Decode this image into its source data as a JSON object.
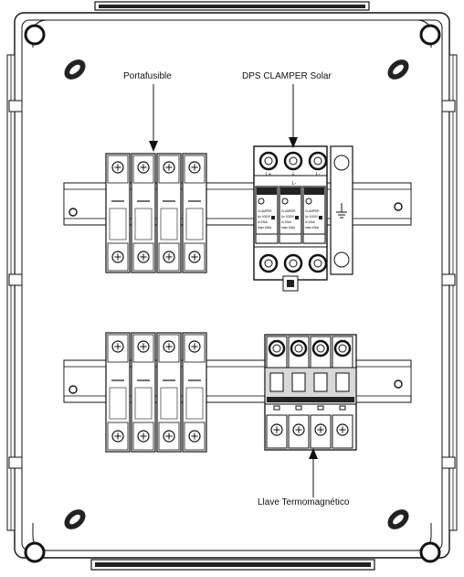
{
  "labels": {
    "portafusible": "Portafusible",
    "dps": "DPS CLAMPER Solar",
    "llave": "Llave Termomagnético"
  },
  "dps_terminals": {
    "left": "L+",
    "middle": "⏚",
    "right": "L-",
    "module_top": "L-",
    "module_brand": "CLAMPER",
    "module_line1": "Uc 1000V",
    "module_line2": "In 20kA",
    "module_line3": "Imax 40kA"
  },
  "counts": {
    "fuse_holders_per_row": 4,
    "dps_modules": 3,
    "breaker_poles": 4
  },
  "colors": {
    "stroke": "#111111",
    "fill": "#ffffff",
    "shade": "#d8d8d8",
    "dark": "#222222"
  }
}
